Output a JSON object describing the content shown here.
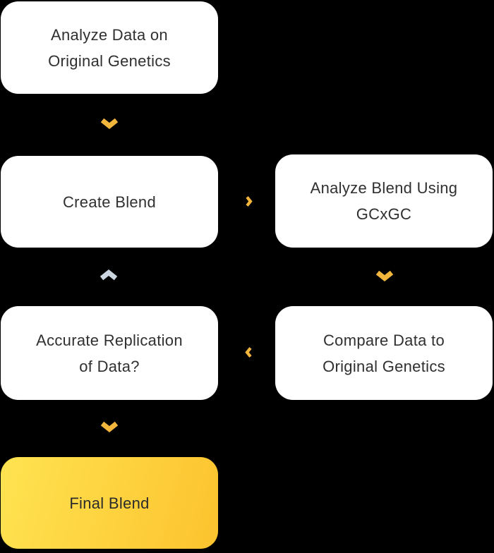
{
  "colors": {
    "background": "#000000",
    "node_background": "#ffffff",
    "node_text": "#303030",
    "arrow_yellow": "#f3b63c",
    "arrow_gray": "#cbd5df",
    "final_node_gradient_start": "#ffe351",
    "final_node_gradient_end": "#fcc32e",
    "final_node_text": "#2b2b2b"
  },
  "flowchart": {
    "nodes": {
      "analyze_data": {
        "lines": [
          "Analyze Data on",
          "Original Genetics"
        ]
      },
      "create_blend": {
        "lines": [
          "Create Blend"
        ]
      },
      "analyze_blend": {
        "lines": [
          "Analyze Blend Using",
          "GCxGC"
        ]
      },
      "accurate_replication": {
        "lines": [
          "Accurate Replication",
          "of Data?"
        ]
      },
      "compare_data": {
        "lines": [
          "Compare Data to",
          "Original Genetics"
        ]
      },
      "final_blend": {
        "lines": [
          "Final Blend"
        ]
      }
    },
    "arrows": {
      "a1": {
        "from": "analyze_data",
        "to": "create_blend",
        "direction": "down",
        "color": "#f3b63c"
      },
      "a2": {
        "from": "create_blend",
        "to": "analyze_blend",
        "direction": "right",
        "color": "#f3b63c"
      },
      "a3": {
        "from": "accurate_replication",
        "to": "create_blend",
        "direction": "up",
        "color": "#cbd5df"
      },
      "a4": {
        "from": "analyze_blend",
        "to": "compare_data",
        "direction": "down",
        "color": "#f3b63c"
      },
      "a5": {
        "from": "compare_data",
        "to": "accurate_replication",
        "direction": "left",
        "color": "#f3b63c"
      },
      "a6": {
        "from": "accurate_replication",
        "to": "final_blend",
        "direction": "down",
        "color": "#f3b63c"
      }
    }
  }
}
